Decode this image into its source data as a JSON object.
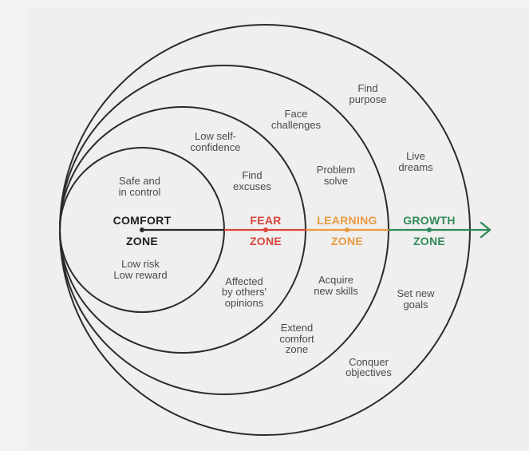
{
  "diagram": {
    "title": "Comfort zone model",
    "colors": {
      "background": "#efeff0",
      "ring_stroke": "#2b2b2b",
      "comfort": "#1f1f1f",
      "fear": "#d9453b",
      "learning": "#e99a3e",
      "growth": "#2f8a57",
      "note_text": "#4a4a4c"
    },
    "zones": [
      {
        "id": "comfort",
        "title_line1": "COMFORT",
        "title_line2": "ZONE",
        "notes": [
          {
            "lines": [
              "Safe and",
              "in control"
            ],
            "position": "above"
          },
          {
            "lines": [
              "Low risk",
              "Low reward"
            ],
            "position": "below"
          }
        ]
      },
      {
        "id": "fear",
        "title_line1": "FEAR",
        "title_line2": "ZONE",
        "notes": [
          {
            "lines": [
              "Low self-",
              "confidence"
            ],
            "position": "upper"
          },
          {
            "lines": [
              "Find",
              "excuses"
            ],
            "position": "above"
          },
          {
            "lines": [
              "Affected",
              "by others'",
              "opinions"
            ],
            "position": "below"
          }
        ]
      },
      {
        "id": "learning",
        "title_line1": "LEARNING",
        "title_line2": "ZONE",
        "notes": [
          {
            "lines": [
              "Face",
              "challenges"
            ],
            "position": "upper"
          },
          {
            "lines": [
              "Problem",
              "solve"
            ],
            "position": "above"
          },
          {
            "lines": [
              "Acquire",
              "new skills"
            ],
            "position": "below"
          },
          {
            "lines": [
              "Extend",
              "comfort",
              "zone"
            ],
            "position": "lower"
          }
        ]
      },
      {
        "id": "growth",
        "title_line1": "GROWTH",
        "title_line2": "ZONE",
        "notes": [
          {
            "lines": [
              "Find",
              "purpose"
            ],
            "position": "upper"
          },
          {
            "lines": [
              "Live",
              "dreams"
            ],
            "position": "above"
          },
          {
            "lines": [
              "Set new",
              "goals"
            ],
            "position": "below"
          },
          {
            "lines": [
              "Conquer",
              "objectives"
            ],
            "position": "lower"
          }
        ]
      }
    ]
  }
}
